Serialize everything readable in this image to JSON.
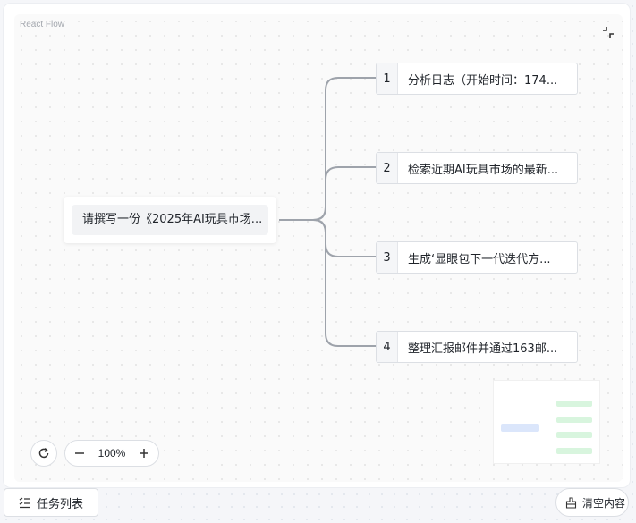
{
  "flow": {
    "watermark": "React Flow",
    "root_node": {
      "label": "请撰写一份《2025年AI玩具市场..."
    },
    "tasks": [
      {
        "num": "1",
        "label": "分析日志（开始时间：174..."
      },
      {
        "num": "2",
        "label": "检索近期AI玩具市场的最新..."
      },
      {
        "num": "3",
        "label": "生成‘显眼包下一代迭代方..."
      },
      {
        "num": "4",
        "label": "整理汇报邮件并通过163邮..."
      }
    ],
    "zoom": {
      "level": "100%"
    },
    "colors": {
      "edge": "#9ea3ab",
      "minimap_root": "#dbe6fb",
      "minimap_task": "#d8f5de"
    }
  },
  "footer": {
    "task_list_label": "任务列表",
    "clear_label": "清空内容"
  },
  "icons": [
    "fit-view-icon",
    "refresh-icon",
    "zoom-out-icon",
    "zoom-in-icon",
    "list-icon",
    "broom-icon"
  ]
}
